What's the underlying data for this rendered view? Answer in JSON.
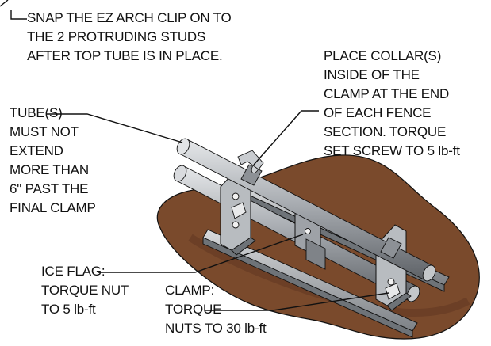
{
  "callouts": {
    "snap_clip": "SNAP THE EZ ARCH CLIP ON TO\nTHE 2 PROTRUDING STUDS\nAFTER  TOP TUBE IS IN PLACE.",
    "collar": "PLACE COLLAR(S)\nINSIDE OF THE\nCLAMP AT THE END\nOF EACH FENCE\nSECTION. TORQUE\nSET SCREW TO 5 lb-ft",
    "tube": "TUBE(S)\nMUST NOT\nEXTEND\nMORE THAN\n6\" PAST THE\nFINAL CLAMP",
    "ice_flag": "ICE FLAG:\nTORQUE NUT\nTO 5 lb-ft",
    "clamp": "CLAMP:\nTORQUE\nNUTS TO 30 lb-ft"
  },
  "colors": {
    "ground": "#7a4a2c",
    "ground_shadow": "#5a3420",
    "steel": "#b8bcc0",
    "steel_dark": "#6e7378",
    "tube": "#a9adb2",
    "ink": "#111111"
  },
  "parts": [
    "ground-mat",
    "rail",
    "tube",
    "clamp-bracket",
    "ice-flag",
    "collar",
    "arch-clip"
  ]
}
